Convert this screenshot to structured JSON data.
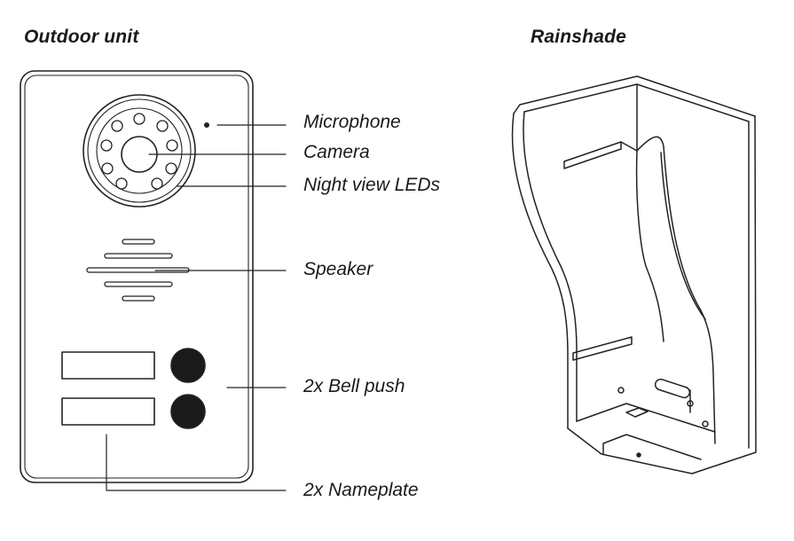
{
  "headings": {
    "outdoor_unit": "Outdoor unit",
    "rainshade": "Rainshade"
  },
  "callouts": {
    "microphone": "Microphone",
    "camera": "Camera",
    "night_view_leds": "Night view LEDs",
    "speaker": "Speaker",
    "bell_push": "2x Bell push",
    "nameplate": "2x Nameplate"
  },
  "colors": {
    "line": "#222222",
    "button_fill": "#1a1a1a",
    "background": "#ffffff"
  }
}
